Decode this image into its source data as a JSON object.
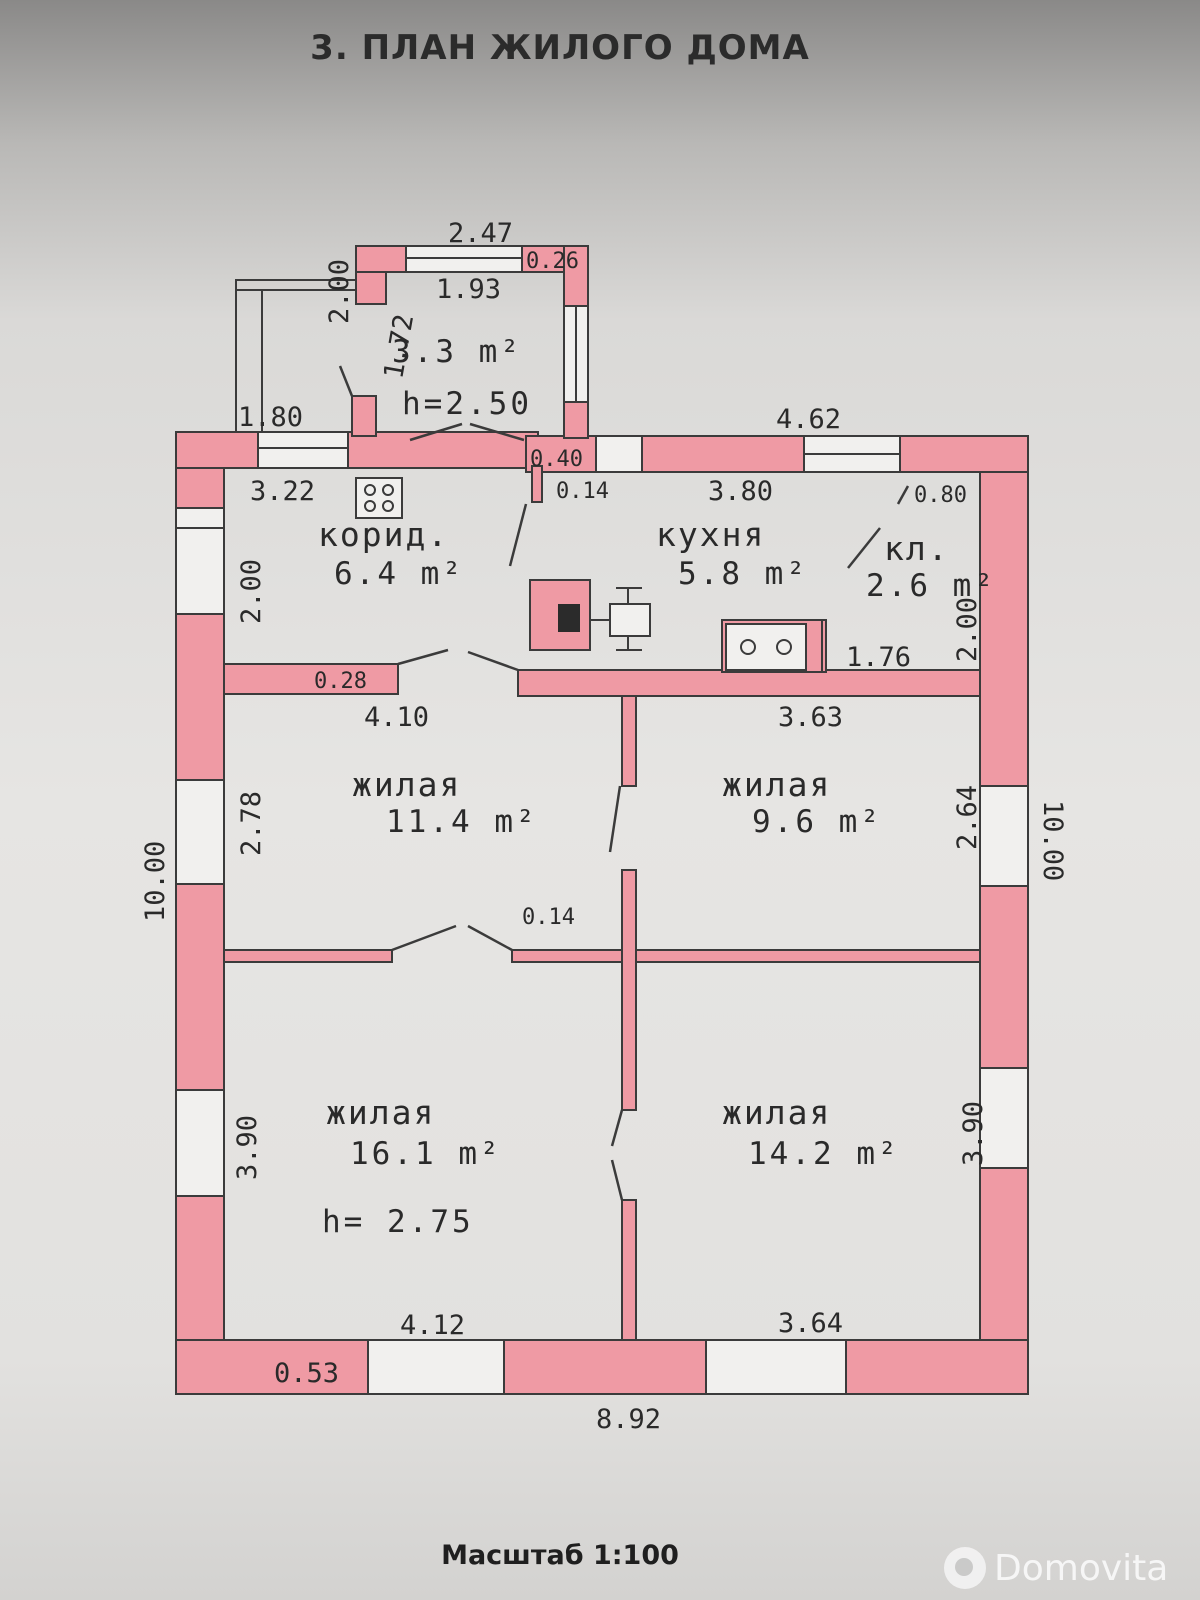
{
  "title": "3. ПЛАН ЖИЛОГО ДОМА",
  "scale_label": "Масштаб 1:100",
  "watermark": "Domovita",
  "colors": {
    "wall_fill": "#ef9aa4",
    "outline": "#3b3b3b",
    "paper": "#e4e3e1"
  },
  "rooms": {
    "porch": {
      "area": "3.3 m²",
      "height": "h=2.50"
    },
    "corridor": {
      "name": "корид.",
      "area": "6.4 m²"
    },
    "kitchen": {
      "name": "кухня",
      "area": "5.8 m²"
    },
    "pantry": {
      "name": "кл.",
      "area": "2.6 m²"
    },
    "living1": {
      "name": "жилая",
      "area": "11.4 m²"
    },
    "living2": {
      "name": "жилая",
      "area": "9.6 m²"
    },
    "living3": {
      "name": "жилая",
      "area": "16.1 m²",
      "height": "h= 2.75"
    },
    "living4": {
      "name": "жилая",
      "area": "14.2 m²"
    }
  },
  "dimensions": {
    "porch_outer_width": "2.47",
    "porch_inner_width": "1.93",
    "porch_wall": "0.26",
    "porch_left_height": "2.00",
    "porch_inner_height": "1.72",
    "porch_side_width": "1.80",
    "top_right_width": "4.62",
    "wall_040": "0.40",
    "corridor_width": "3.22",
    "corridor_height": "2.00",
    "kitchen_wall": "0.14",
    "kitchen_width": "3.80",
    "pantry_wall": "0.80",
    "pantry_width": "1.76",
    "pantry_height": "2.00",
    "corridor_wall": "0.28",
    "living1_width": "4.10",
    "living2_width": "3.63",
    "living1_height": "2.78",
    "living2_height": "2.64",
    "total_height_left": "10.00",
    "total_height_right": "10.00",
    "partition": "0.14",
    "living3_height": "3.90",
    "living4_height": "3.90",
    "living3_width": "4.12",
    "living4_width": "3.64",
    "outer_wall": "0.53",
    "total_width": "8.92"
  }
}
